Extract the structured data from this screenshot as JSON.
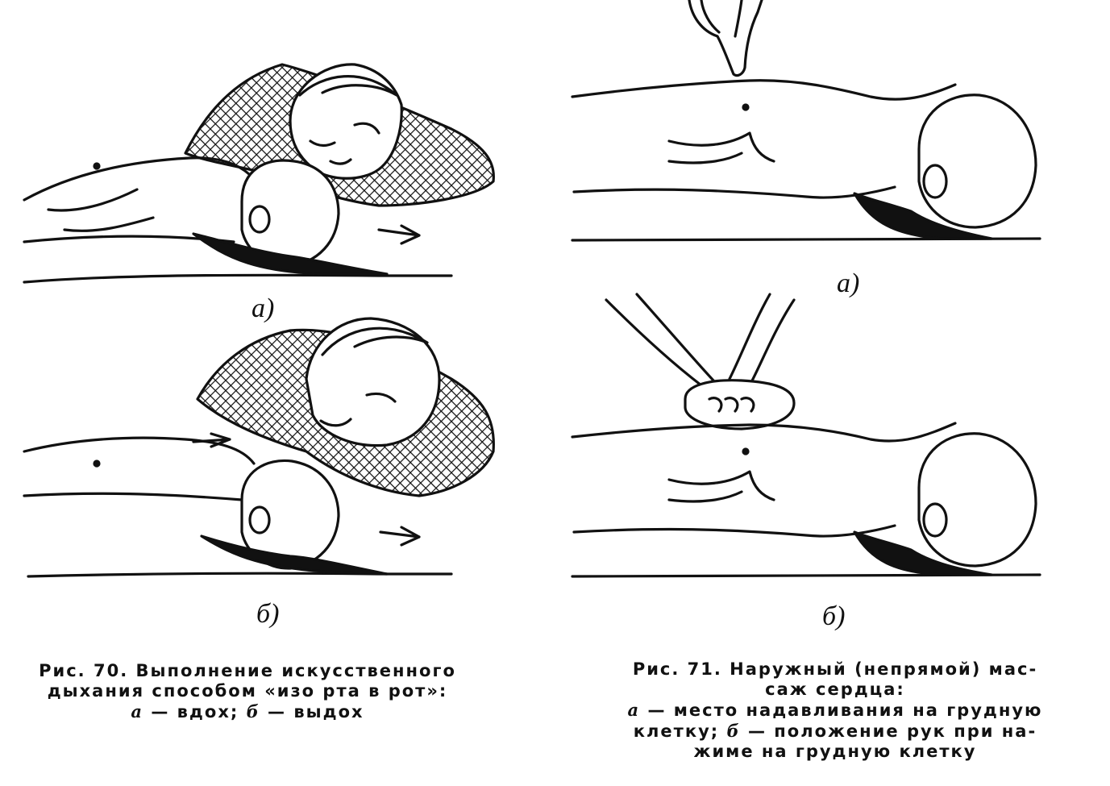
{
  "figure70": {
    "panel_a_label": "а)",
    "panel_b_label": "б)",
    "caption_line1": "Рис. 70. Выполнение искусственного",
    "caption_line2": "дыхания способом «изо рта в рот»:",
    "legend_a_letter": "а",
    "legend_a_text": " — вдох; ",
    "legend_b_letter": "б",
    "legend_b_text": " — выдох"
  },
  "figure71": {
    "panel_a_label": "а)",
    "panel_b_label": "б)",
    "caption_line1": "Рис. 71. Наружный (непрямой) мас-",
    "caption_line2": "саж сердца:",
    "legend_a_letter": "а",
    "legend_a_text": " — место надавливания на грудную",
    "legend_line2_pre": "клетку; ",
    "legend_b_letter": "б",
    "legend_line2_post": " — положение рук при на-",
    "legend_line3": "жиме на грудную клетку"
  }
}
